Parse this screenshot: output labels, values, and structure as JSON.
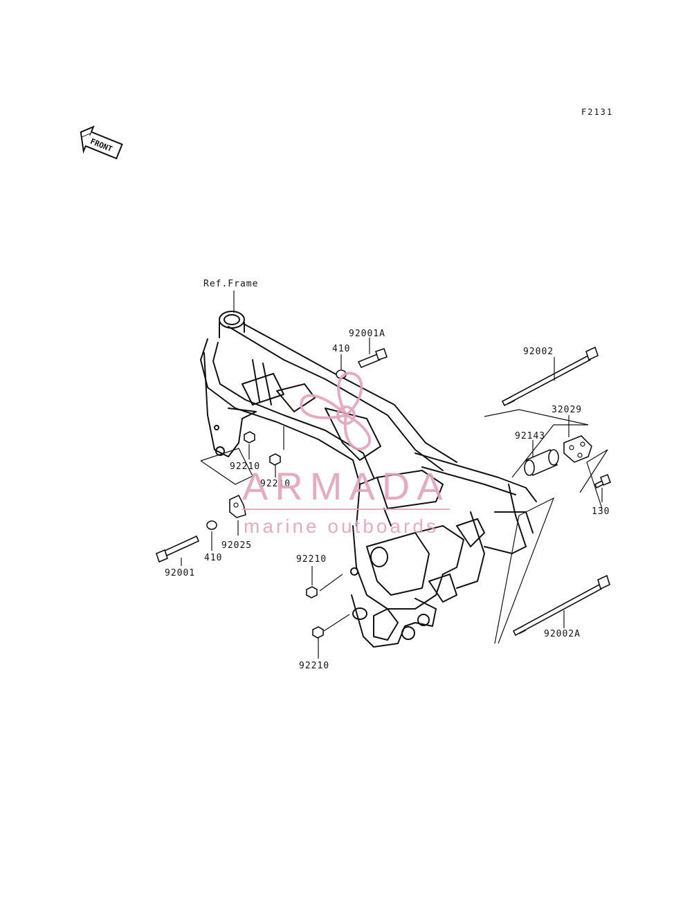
{
  "diagram_code": "F2131",
  "front_badge": "FRONT",
  "reference_label": "Ref.Frame",
  "watermark": {
    "title": "ARMADA",
    "subtitle": "marine outboards",
    "color": "#e3a2bd"
  },
  "callouts": [
    {
      "id": "c-92001A",
      "text": "92001A"
    },
    {
      "id": "c-410-top",
      "text": "410"
    },
    {
      "id": "c-92002",
      "text": "92002"
    },
    {
      "id": "c-32029",
      "text": "32029"
    },
    {
      "id": "c-92143",
      "text": "92143"
    },
    {
      "id": "c-130",
      "text": "130"
    },
    {
      "id": "c-92210-a",
      "text": "92210"
    },
    {
      "id": "c-92210-b",
      "text": "92210"
    },
    {
      "id": "c-92025",
      "text": "92025"
    },
    {
      "id": "c-410-low",
      "text": "410"
    },
    {
      "id": "c-92001",
      "text": "92001"
    },
    {
      "id": "c-92210-c",
      "text": "92210"
    },
    {
      "id": "c-92210-d",
      "text": "92210"
    },
    {
      "id": "c-92002A",
      "text": "92002A"
    }
  ]
}
